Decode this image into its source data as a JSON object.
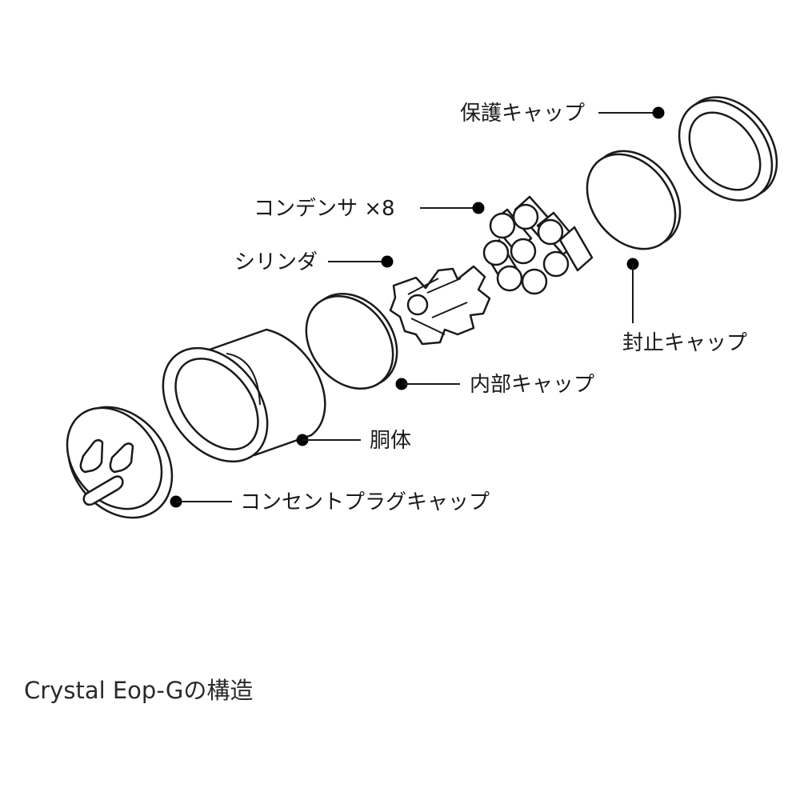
{
  "labels": {
    "protective_cap": "保護キャップ",
    "capacitor": "コンデンサ ×8",
    "cylinder": "シリンダ",
    "seal_cap": "封止キャップ",
    "inner_cap": "内部キャップ",
    "body": "胴体",
    "plug_cap": "コンセントプラグキャップ"
  },
  "caption": "Crystal Eop-Gの構造"
}
